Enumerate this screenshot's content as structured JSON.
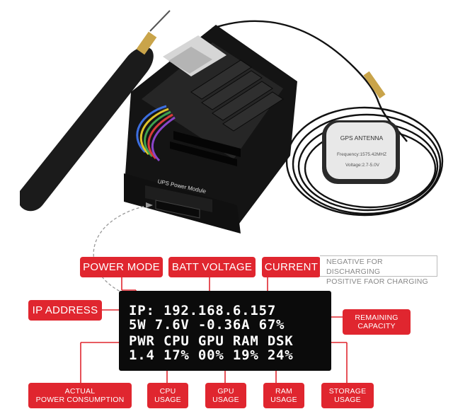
{
  "labels": {
    "power_mode": "POWER MODE",
    "batt_voltage": "BATT VOLTAGE",
    "current": "CURRENT",
    "ip_address": "IP ADDRESS",
    "remaining_capacity": "REMAINING\nCAPACITY",
    "actual_power": "ACTUAL\nPOWER CONSUMPTION",
    "cpu_usage": "CPU\nUSAGE",
    "gpu_usage": "GPU\nUSAGE",
    "ram_usage": "RAM\nUSAGE",
    "storage_usage": "STORAGE\nUSAGE"
  },
  "current_note": {
    "line1": "NEGATIVE FOR DISCHARGING",
    "line2": "POSITIVE FAOR CHARGING"
  },
  "oled": {
    "line1": "IP: 192.168.6.157",
    "line2": "5W 7.6V -0.36A 67%",
    "line3": "PWR CPU GPU RAM DSK",
    "line4": "1.4 17% 00% 19% 24%"
  },
  "device": {
    "ups_label": "UPS Power Module",
    "gps_label": "GPS ANTENNA",
    "gps_freq": "Frequency:1575.42MHZ",
    "gps_voltage": "Voltage:2.7-5.0V"
  },
  "colors": {
    "accent": "#e0262f",
    "board": "#1a1a1a",
    "oled_bg": "#0b0b0b"
  }
}
